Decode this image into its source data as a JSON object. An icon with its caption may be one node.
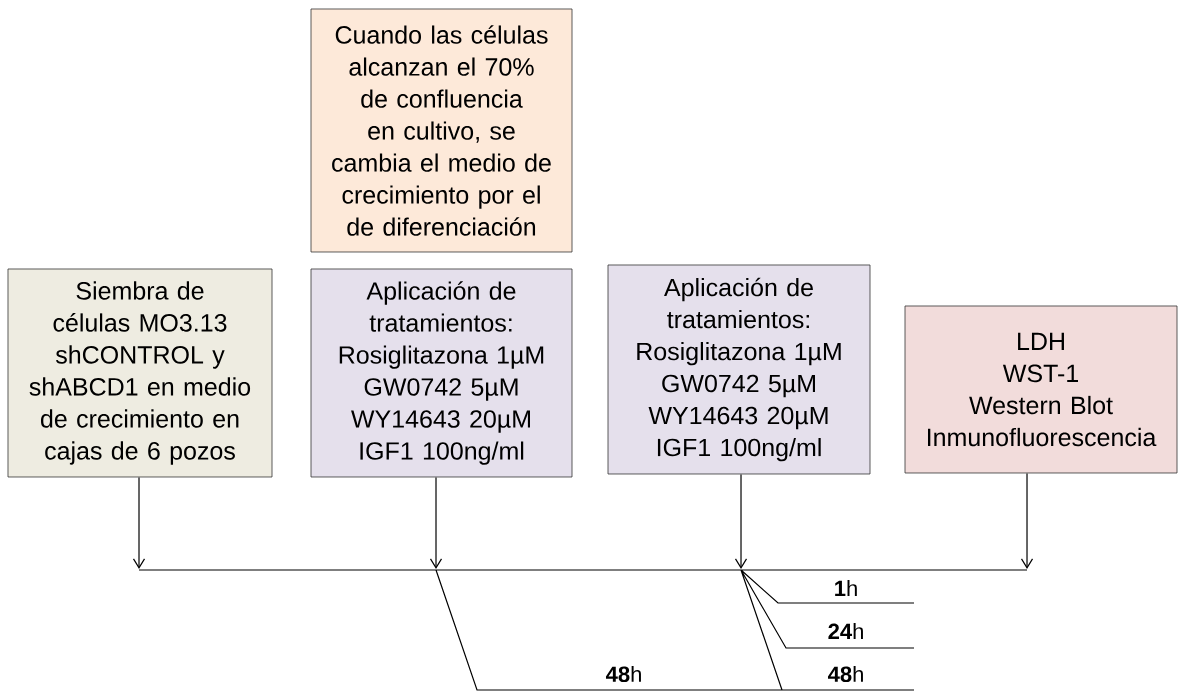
{
  "diagram": {
    "nodes": [
      {
        "text": [
          "Cuando las células alcanzan el 70% de confluencia en cultivo, se cambia el medio de crecimiento por el de diferenciación"
        ]
      },
      {
        "text": [
          "Siembra de células MO3.13 shCONTROL y shABCD1 en medio de crecimiento en cajas de 6 pozos"
        ]
      },
      {
        "text": [
          "Aplicación de tratamientos: Rosiglitazona 1µM GW0742 5µM WY14643 20µM IGF1 100ng/ml"
        ]
      },
      {
        "text": [
          "Aplicación de tratamientos: Rosiglitazona 1µM GW0742 5µM WY14643 20µM IGF1 100ng/ml"
        ]
      },
      {
        "text": [
          "LDH",
          "WST-1",
          "Western Blot",
          "Inmunofluorescencia"
        ]
      }
    ],
    "edges": [
      {
        "from": 1,
        "to": null,
        "arrow": "to"
      },
      {
        "from": 2,
        "to": null,
        "arrow": "to"
      },
      {
        "from": 3,
        "to": null,
        "arrow": "to"
      },
      {
        "from": 4,
        "to": null,
        "arrow": "to"
      }
    ],
    "labels": [
      "**1**h",
      "**24**h",
      "**48**h",
      "**48**h"
    ]
  }
}
